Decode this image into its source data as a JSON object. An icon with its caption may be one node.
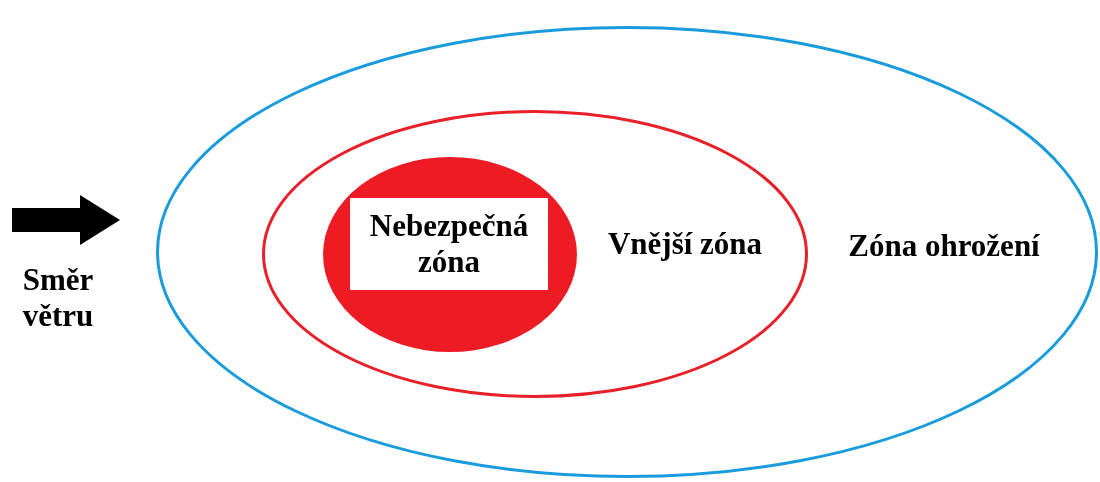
{
  "diagram": {
    "nodes": [
      {
        "text": [
          "Zóna ohrožení"
        ]
      },
      {
        "text": [
          "Vnější zóna"
        ],
        "in": 0
      },
      {
        "text": [],
        "shape": "ellipse",
        "in": 1
      },
      {
        "text": [
          "Nebezpečná zóna"
        ],
        "in": 2
      }
    ],
    "labels": [
      "Směr větru"
    ]
  }
}
